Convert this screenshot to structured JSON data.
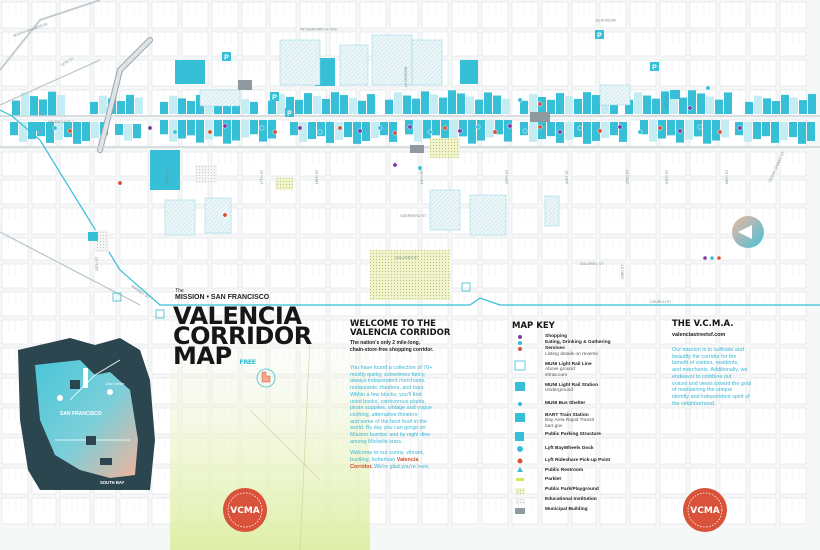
{
  "header": {
    "the": "The",
    "region": "MISSION • SAN FRANCISCO",
    "title_lines": [
      "VALENCIA",
      "CORRIDOR",
      "MAP"
    ],
    "free": "FREE"
  },
  "welcome": {
    "heading_lines": [
      "WELCOME TO THE",
      "VALENCIA CORRIDOR"
    ],
    "subheading_lines": [
      "The nation's only 2 mile-long,",
      "chain-store-free shopping corridor."
    ],
    "body1_lines": [
      "You have found a collection of 70+",
      "mostly quirky, sometimes fancy,",
      "always independent merchants,",
      "restaurants, theaters, and bars.",
      "Within a few blocks, you'll find",
      "used books, carnivorous plants,",
      "pirate supplies, vintage and vogue",
      "clothing, alternative theaters",
      "and some of the best food in the",
      "world. By day you can gorge on",
      "Mission burritos and by night dine",
      "among Michelin stars."
    ],
    "body2_start": "Welcome to our sunny, vibrant,",
    "body2_mid": "bustling, bohemian",
    "body2_highlight1": "Valencia",
    "body2_highlight2": "Corridor.",
    "body2_end": "We're glad you're here."
  },
  "map_key": {
    "heading": "MAP KEY",
    "category_lines": [
      "Shopping",
      "Eating, Drinking & Gathering",
      "Services"
    ],
    "category_note": "Listing details on reverse",
    "items": [
      {
        "label": "MUNI Light Rail Line",
        "sub": "Above ground",
        "sub2": "sfmta.com"
      },
      {
        "label": "MUNI Light Rail Station",
        "sub": "Underground",
        "sub2": ""
      },
      {
        "label": "MUNI Bus Shelter",
        "sub": "",
        "sub2": ""
      },
      {
        "label": "BART Train Station",
        "sub": "Bay Area Rapid Transit",
        "sub2": "bart.gov"
      },
      {
        "label": "Public Parking Structure",
        "sub": "",
        "sub2": ""
      },
      {
        "label": "Lyft BayWheels Dock",
        "sub": "",
        "sub2": ""
      },
      {
        "label": "Lyft Rideshare Pick-up Point",
        "sub": "",
        "sub2": ""
      },
      {
        "label": "Public Restroom",
        "sub": "",
        "sub2": ""
      },
      {
        "label": "Parklet",
        "sub": "",
        "sub2": ""
      },
      {
        "label": "Public Park/Playground",
        "sub": "",
        "sub2": ""
      },
      {
        "label": "Educational Institution",
        "sub": "",
        "sub2": ""
      },
      {
        "label": "Municipal Building",
        "sub": "",
        "sub2": ""
      }
    ]
  },
  "vcma": {
    "heading": "THE V.C.M.A.",
    "url": "valenciastreetsf.com",
    "body_lines": [
      "Our mission is to cultivate and",
      "beautify the corridor for the",
      "benefit of visitors, residents,",
      "and merchants. Additionally, we",
      "endeavor to combine our",
      "voices and views toward the goal",
      "of maintaining the unique",
      "identity and independent spirit of",
      "the neighborhood."
    ],
    "seal_text": "VCMA"
  },
  "inset": {
    "city": "SAN FRANCISCO",
    "bay": "SOUTH BAY",
    "district": "Civic Center"
  },
  "streets": {
    "valencia_left": "VALENCIA ST",
    "cesar_chavez": "CESAR CHAVEZ ST",
    "south_van_ness_1": "SOUTH VAN NESS AV",
    "south_van_ness_2": "SOUTH VAN NESS AV",
    "mission_1": "MISSION ST",
    "mission_2": "MISSION ST",
    "st_12": "12TH ST",
    "st_16": "16TH ST",
    "st_17": "17TH ST",
    "st_18": "18TH ST",
    "st_19": "19TH ST",
    "st_20": "20TH ST",
    "st_21": "21ST ST",
    "st_22": "22ND ST",
    "st_23": "23RD ST",
    "st_24": "24TH ST",
    "st_25": "25TH ST",
    "st_26": "26TH ST",
    "dolores_1": "DOLORES ST",
    "dolores_2": "DOLORES ST",
    "guerrero": "GUERRERO ST",
    "church": "CHURCH ST",
    "market": "MARKET ST"
  },
  "colors": {
    "accent": "#36bfd6",
    "brand_red": "#d9533a",
    "ink": "#161616",
    "park_yellow": "#e8ec9a",
    "bg": "#f6f7f7"
  },
  "icons": [
    "parking-icon",
    "bart-icon",
    "muni-icon",
    "bus-icon",
    "bike-dock-icon",
    "rideshare-icon",
    "restroom-icon",
    "compass-icon",
    "hand-icon",
    "seal-icon"
  ]
}
